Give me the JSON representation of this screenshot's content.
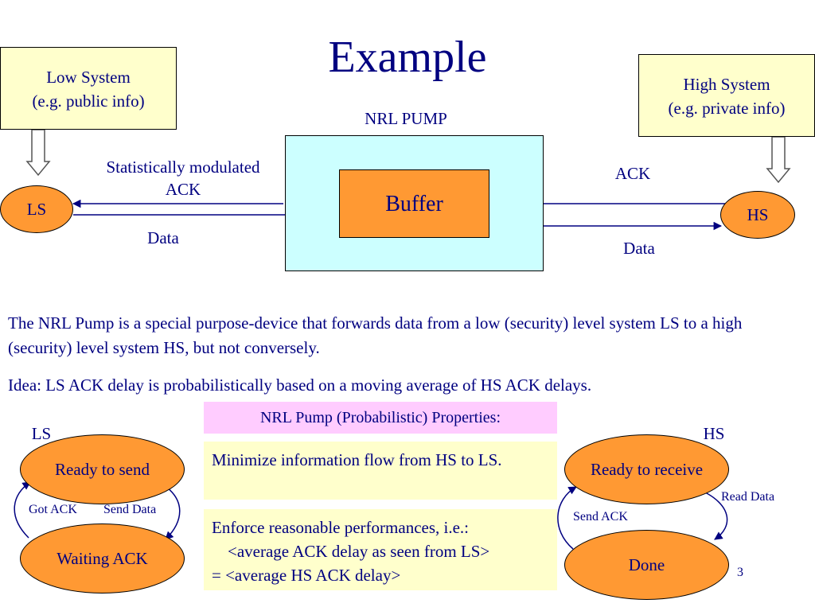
{
  "title": "Example",
  "low_system": {
    "line1": "Low System",
    "line2": "(e.g. public info)"
  },
  "high_system": {
    "line1": "High System",
    "line2": "(e.g. private info)"
  },
  "pump_label": "NRL PUMP",
  "buffer_label": "Buffer",
  "ls_label": "LS",
  "hs_label": "HS",
  "left_ack_label": {
    "line1": "Statistically modulated",
    "line2": "ACK"
  },
  "left_data_label": "Data",
  "right_ack_label": "ACK",
  "right_data_label": "Data",
  "paragraph1": "The NRL Pump is a special purpose-device that forwards data from a low (security) level system LS to a high (security) level system HS, but not conversely.",
  "paragraph2": "Idea: LS ACK delay is probabilistically based on a moving average of HS ACK delays.",
  "ls_machine": {
    "header": "LS",
    "state1": "Ready to send",
    "state2": "Waiting ACK",
    "edge_left": "Got ACK",
    "edge_right": "Send Data"
  },
  "hs_machine": {
    "header": "HS",
    "state1": "Ready to receive",
    "state2": "Done",
    "edge_right": "Read Data",
    "edge_left": "Send ACK"
  },
  "properties": {
    "header": "NRL Pump (Probabilistic) Properties:",
    "item1": "Minimize information flow from HS to LS.",
    "item2_line1": "Enforce reasonable performances, i.e.:",
    "item2_line2": "<average ACK delay as seen from LS>",
    "item2_line3": "= <average HS ACK delay>"
  },
  "page_number": "3",
  "colors": {
    "text": "#000080",
    "orange": "#ff9933",
    "pale_yellow": "#ffffcc",
    "light_cyan": "#ccffff",
    "pink": "#ffccff"
  }
}
